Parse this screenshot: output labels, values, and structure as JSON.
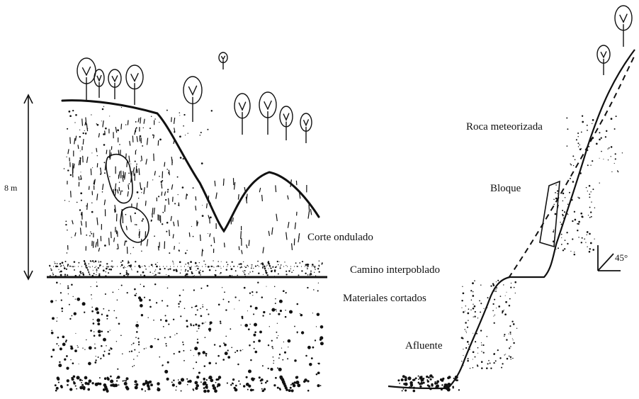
{
  "diagram": {
    "labels": {
      "height": "8 m",
      "corte_ondulado": "Corte ondulado",
      "camino_interpoblado": "Camino interpoblado",
      "materiales_cortados": "Materiales cortados",
      "roca_meteorizada": "Roca meteorizada",
      "bloque": "Bloque",
      "afluente": "Afluente",
      "angle": "45°"
    },
    "colors": {
      "ink": "#111111",
      "paper": "#ffffff"
    }
  }
}
